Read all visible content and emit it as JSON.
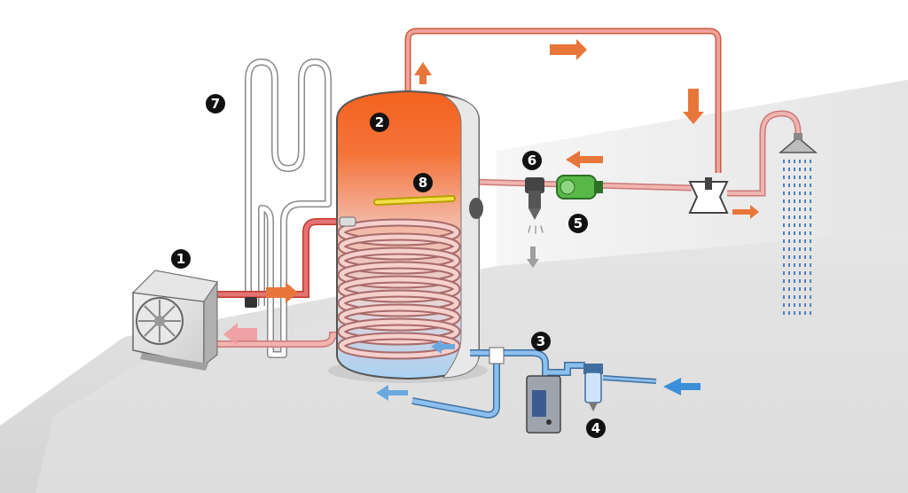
{
  "diagram": {
    "callouts": [
      {
        "id": "heat-pump",
        "number": "1"
      },
      {
        "id": "storage-tank",
        "number": "2"
      },
      {
        "id": "water-softener",
        "number": "3"
      },
      {
        "id": "inlet-filter",
        "number": "4"
      },
      {
        "id": "recirculation-pump",
        "number": "5"
      },
      {
        "id": "safety-valve-group",
        "number": "6"
      },
      {
        "id": "heating-panel",
        "number": "7"
      },
      {
        "id": "tank-heating-element",
        "number": "8"
      }
    ],
    "colors": {
      "hot": "#e8763a",
      "hot_pipe": "#e99b96",
      "cold": "#6aa8e0",
      "cold_arrow": "#3b8fd9",
      "tank_top": "#f4621f",
      "tank_bottom": "#a9d1f2",
      "floor": "#dcdcdc",
      "wall": "#f0f0f0"
    },
    "icons": [
      "heat-pump-unit-icon",
      "tank-icon",
      "shower-head-icon",
      "pump-icon",
      "filter-icon",
      "valve-icon"
    ]
  }
}
